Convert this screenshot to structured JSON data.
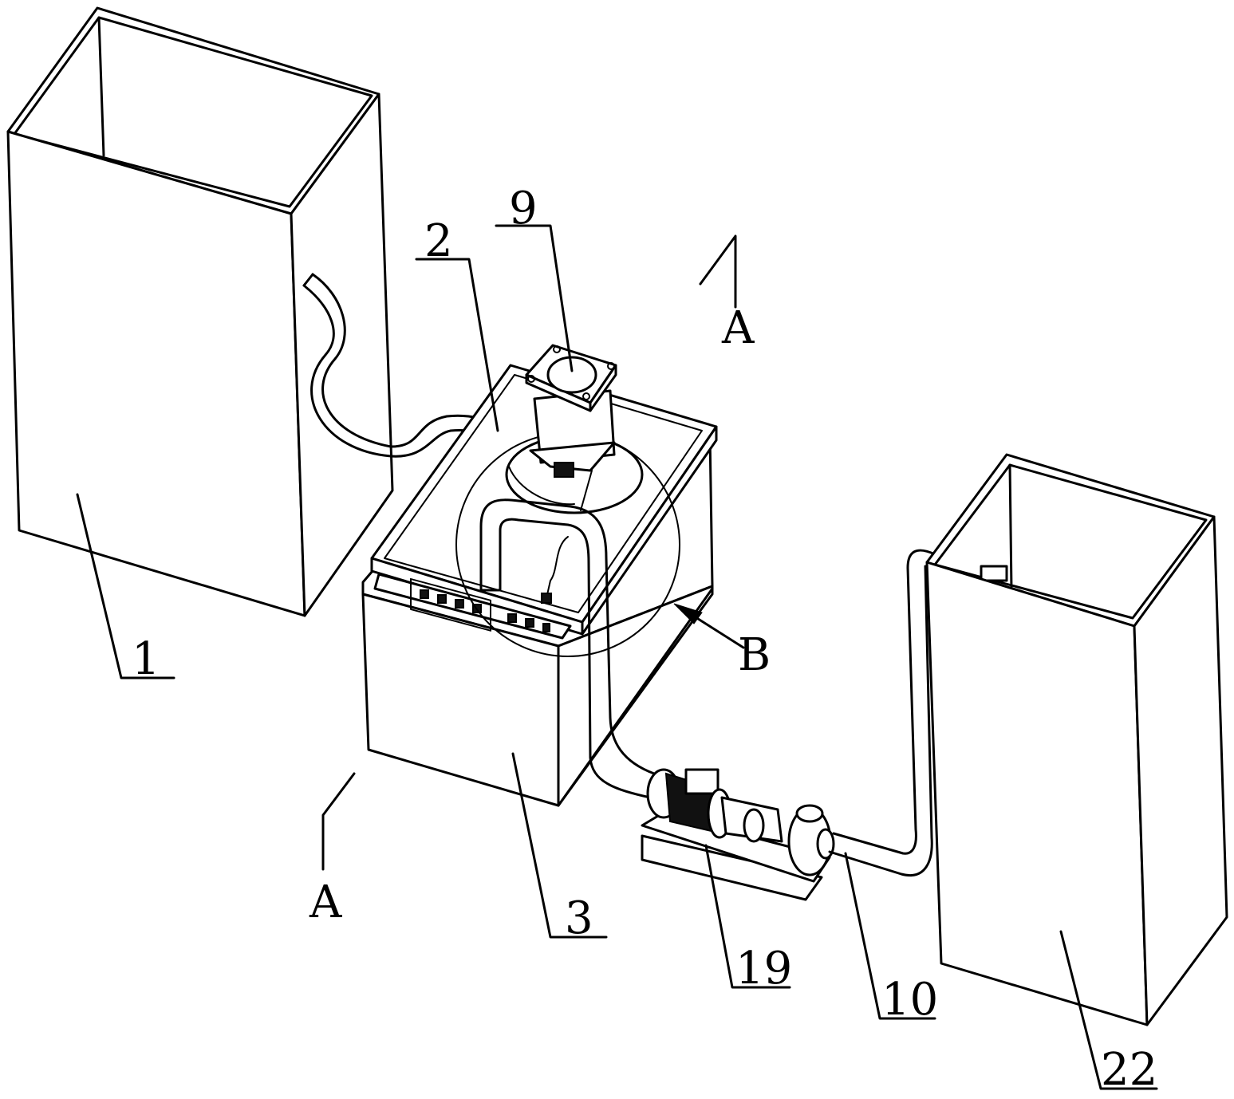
{
  "labels": {
    "label_1": "1",
    "label_2": "2",
    "label_3": "3",
    "label_9": "9",
    "label_10": "10",
    "label_19": "19",
    "label_22": "22",
    "section_a_top": "A",
    "section_a_bottom": "A",
    "detail_b": "B"
  }
}
